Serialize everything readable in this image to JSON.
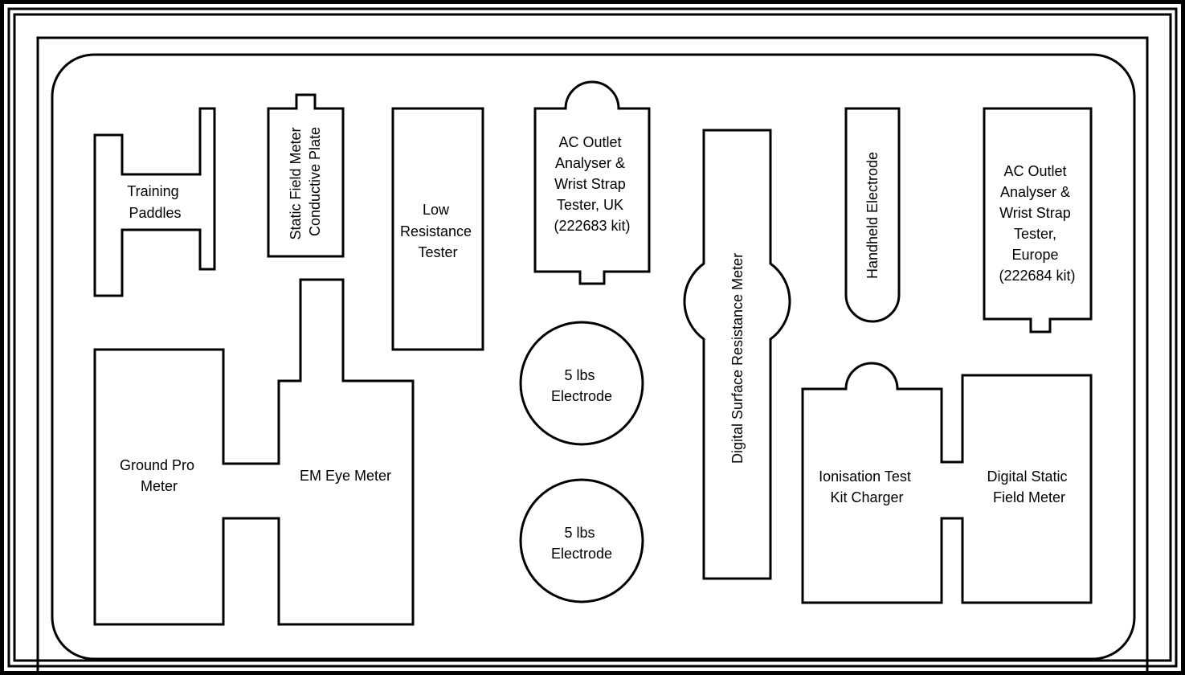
{
  "diagram": {
    "colors": {
      "stroke": "#000000",
      "background": "#ffffff"
    },
    "pockets": {
      "training_paddles": [
        "Training",
        "Paddles"
      ],
      "static_field_meter_plate": [
        "Static Field Meter",
        "Conductive Plate"
      ],
      "low_resistance_tester": [
        "Low",
        "Resistance",
        "Tester"
      ],
      "ac_outlet_uk": [
        "AC Outlet",
        "Analyser &",
        "Wrist Strap",
        "Tester, UK",
        "(222683 kit)"
      ],
      "digital_surface_resistance_meter": [
        "Digital Surface Resistance Meter"
      ],
      "handheld_electrode": [
        "Handheld Electrode"
      ],
      "ac_outlet_europe": [
        "AC Outlet",
        "Analyser &",
        "Wrist Strap",
        "Tester,",
        "Europe",
        "(222684 kit)"
      ],
      "electrode_top": [
        "5 lbs",
        "Electrode"
      ],
      "electrode_bottom": [
        "5 lbs",
        "Electrode"
      ],
      "ground_pro_meter": [
        "Ground Pro",
        "Meter"
      ],
      "em_eye_meter": [
        "EM Eye Meter"
      ],
      "ionisation_test_kit_charger": [
        "Ionisation Test",
        "Kit Charger"
      ],
      "digital_static_field_meter": [
        "Digital Static",
        "Field Meter"
      ]
    }
  }
}
